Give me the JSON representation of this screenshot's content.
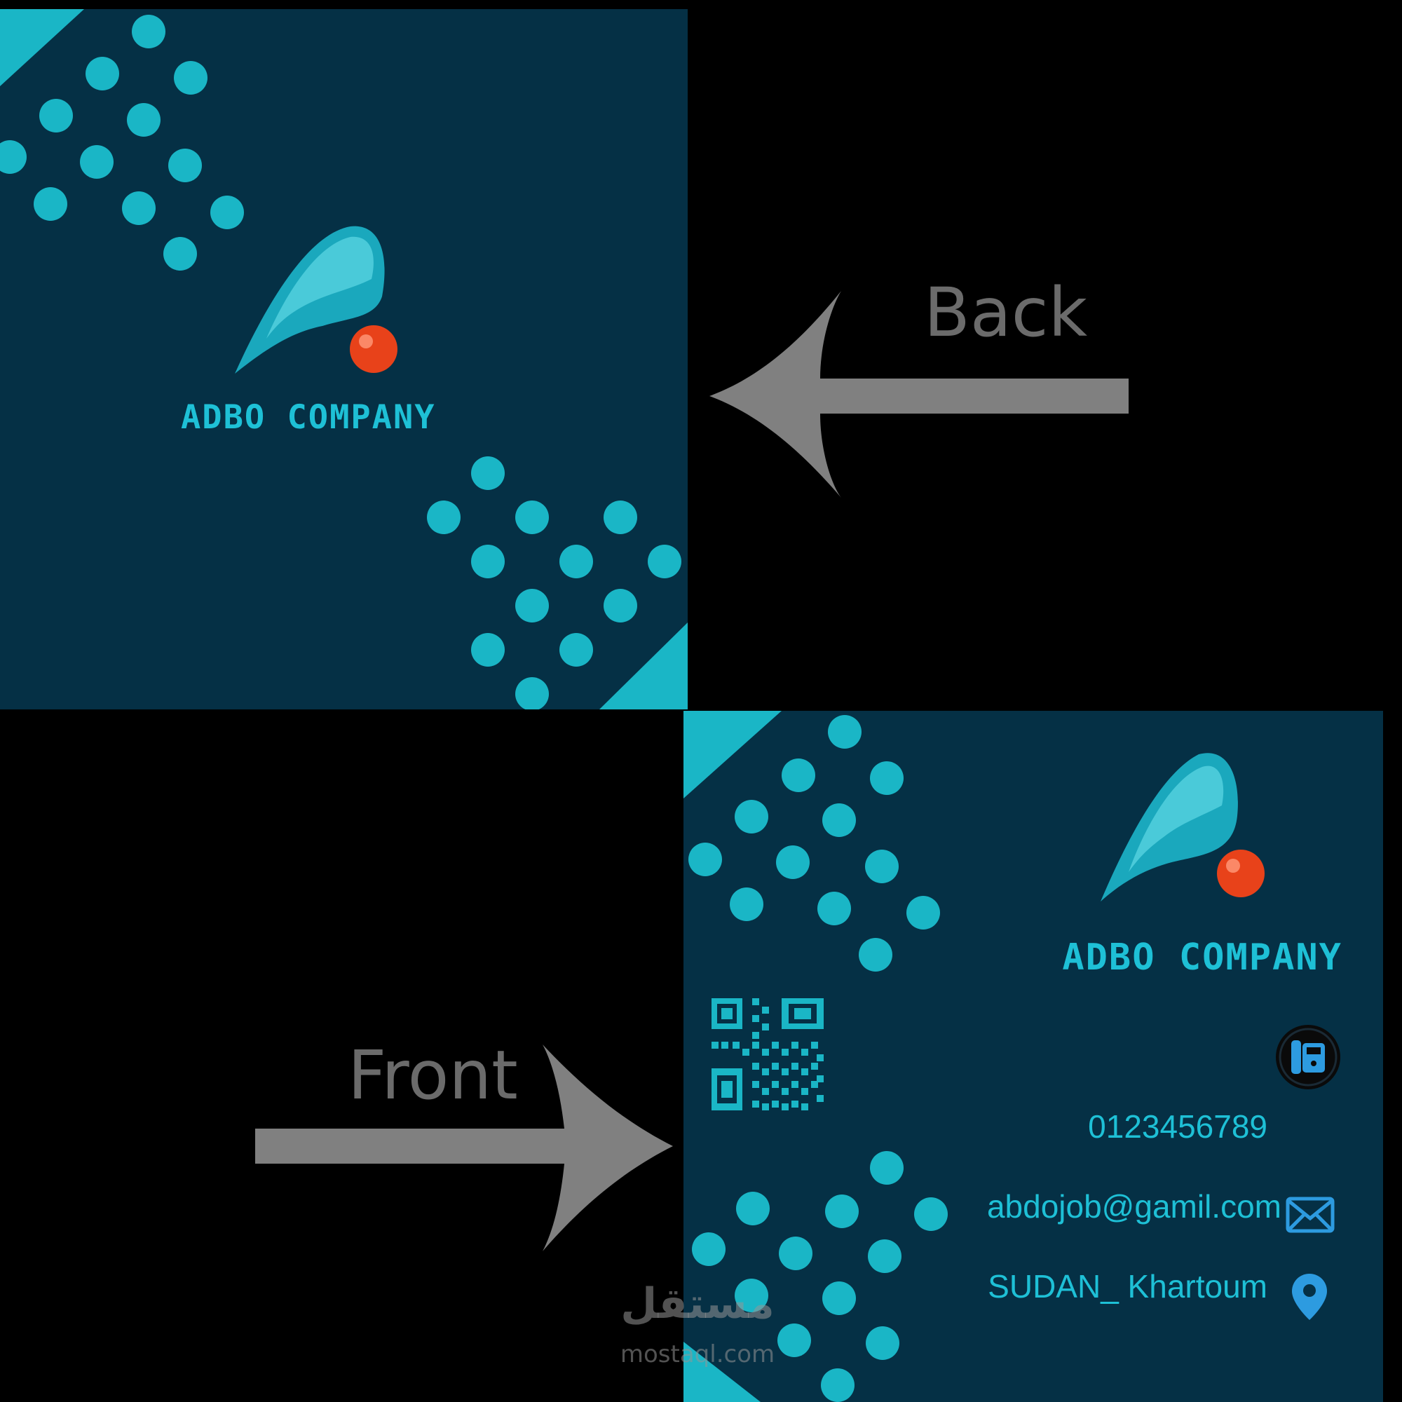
{
  "back_label": "Back",
  "front_label": "Front",
  "back_card": {
    "company_name": "ADBO COMPANY"
  },
  "front_card": {
    "company_name": "ADBO COMPANY",
    "phone": "0123456789",
    "email": "abdojob@gamil.com",
    "location": "SUDAN_ Khartoum"
  },
  "watermark": {
    "arabic": "مستقل",
    "site": "mostaql.com"
  },
  "colors": {
    "card_background": "#053045",
    "accent": "#1ec0d6",
    "arrow": "#808080",
    "label_text": "#6b6b6b",
    "logo_ball": "#e8421a"
  },
  "icons": [
    "phone-icon",
    "mail-icon",
    "location-pin-icon",
    "qr-code-icon"
  ]
}
